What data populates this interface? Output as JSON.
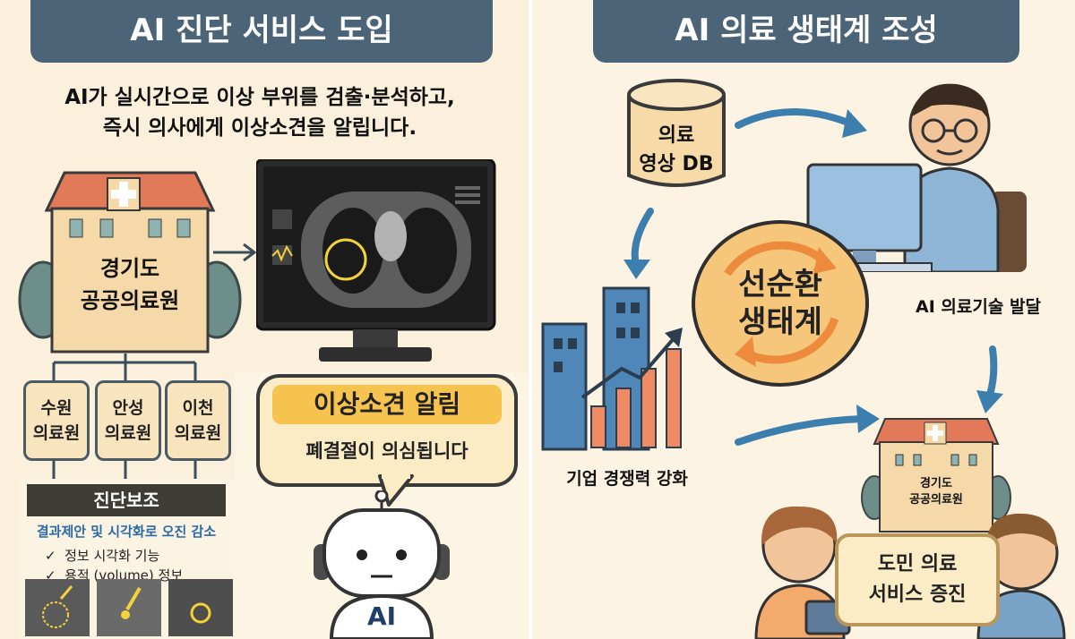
{
  "left": {
    "header": "AI 진단 서비스 도입",
    "intro_line1": "AI가 실시간으로 이상 부위를 검출·분석하고,",
    "intro_line2": "즉시 의사에게 이상소견을 알립니다.",
    "hospital_line1": "경기도",
    "hospital_line2": "공공의료원",
    "branches": [
      {
        "line1": "수원",
        "line2": "의료원"
      },
      {
        "line1": "안성",
        "line2": "의료원"
      },
      {
        "line1": "이천",
        "line2": "의료원"
      }
    ],
    "diagnosis": {
      "title": "진단보조",
      "subtitle": "결과제안 및 시각화로 오진 감소",
      "items": [
        "정보 시각화 기능",
        "용적 (volume) 정보"
      ],
      "check": "✓"
    },
    "alert": {
      "title": "이상소견 알림",
      "message": "폐결절이 의심됩니다"
    },
    "robot_label": "AI"
  },
  "right": {
    "header": "AI 의료 생태계 조성",
    "db_line1": "의료",
    "db_line2": "영상 DB",
    "cycle_line1": "선순환",
    "cycle_line2": "생태계",
    "tech_label": "AI 의료기술 발달",
    "company_label": "기업 경쟁력 강화",
    "hospital_line1": "경기도",
    "hospital_line2": "공공의료원",
    "service_line1": "도민 의료",
    "service_line2": "서비스 증진"
  },
  "colors": {
    "header_bg": "#4b6478",
    "arrow_blue": "#3c7fae",
    "cycle_fill": "#f6c77a",
    "cycle_arrow": "#ee8a3c",
    "roof": "#e27a5a"
  }
}
